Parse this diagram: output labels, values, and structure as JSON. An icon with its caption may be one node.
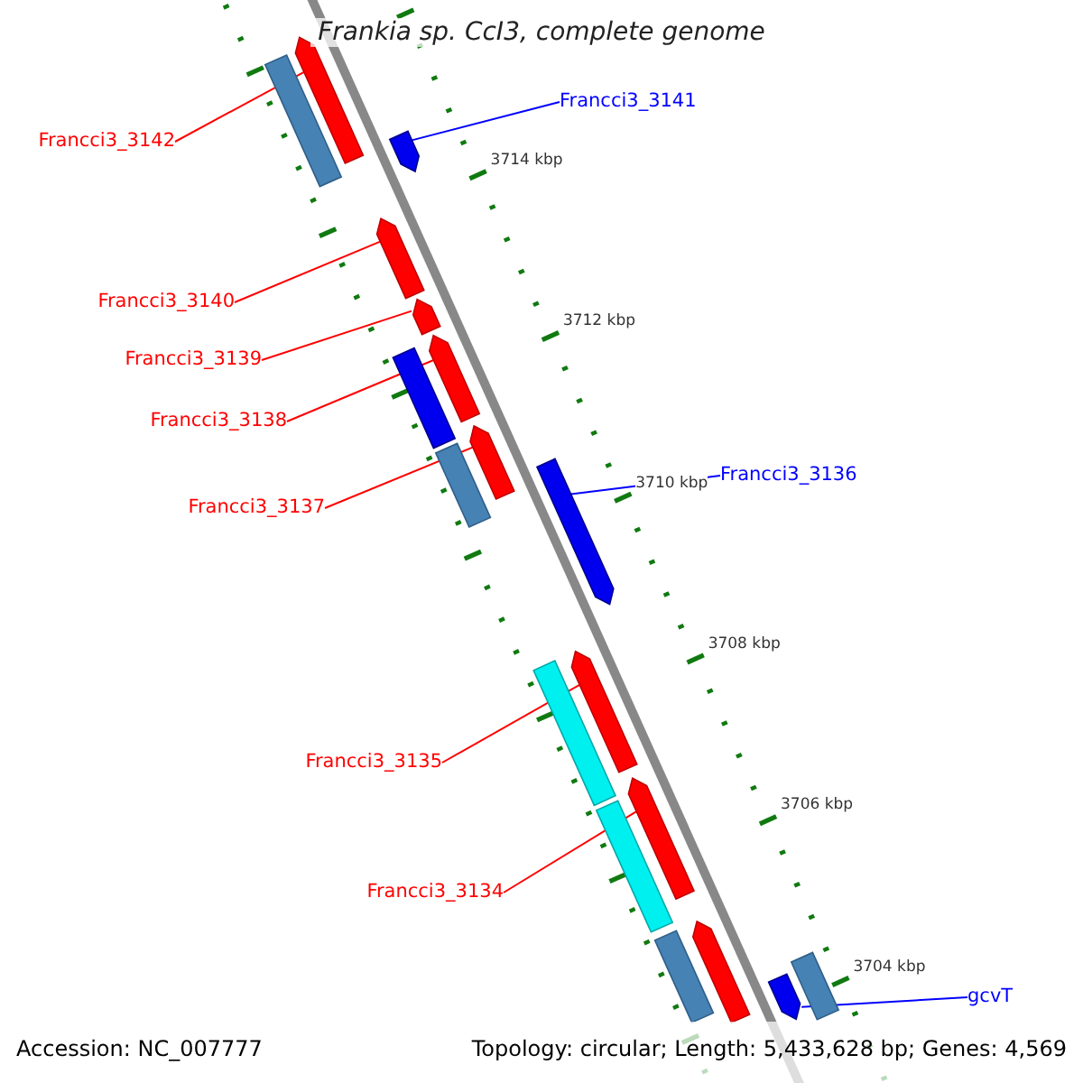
{
  "diagram": {
    "title": "Frankia sp. CcI3, complete genome",
    "nodes": [
      {
        "text": [
          "Francci3_3141"
        ]
      },
      {
        "text": [
          "Francci3_3142"
        ]
      },
      {
        "text": [
          "Francci3_3140"
        ]
      },
      {
        "text": [
          "Francci3_3139"
        ]
      },
      {
        "text": [
          "Francci3_3138"
        ]
      },
      {
        "text": [
          "Francci3_3136"
        ]
      },
      {
        "text": [
          "Francci3_3137"
        ]
      },
      {
        "text": [
          "Francci3_3135"
        ]
      },
      {
        "text": [
          "Francci3_3134"
        ]
      },
      {
        "text": [
          "gcvT"
        ]
      },
      {
        "text": [],
        "shape": "arrow"
      },
      {
        "text": [],
        "shape": "arrow"
      },
      {
        "text": [],
        "shape": "arrow"
      },
      {
        "text": [],
        "shape": "arrow"
      },
      {
        "text": [],
        "shape": "arrow"
      },
      {
        "text": [],
        "shape": "arrow"
      },
      {
        "text": [],
        "shape": "arrow"
      },
      {
        "text": [],
        "shape": "arrow"
      },
      {
        "text": [],
        "shape": "arrow"
      },
      {
        "text": [],
        "shape": "arrow"
      },
      {
        "text": [],
        "shape": "bar"
      },
      {
        "text": [],
        "shape": "bar"
      },
      {
        "text": [],
        "shape": "bar"
      },
      {
        "text": [],
        "shape": "bar"
      },
      {
        "text": [],
        "shape": "bar"
      },
      {
        "text": [],
        "shape": "bar"
      },
      {
        "text": [],
        "shape": "arrow"
      },
      {
        "text": [],
        "shape": "bar"
      }
    ],
    "edges": [
      {
        "from": 0,
        "to": 11,
        "arrow": "none",
        "color": "#0000ff"
      },
      {
        "from": 1,
        "to": 10,
        "arrow": "none"
      },
      {
        "from": 2,
        "to": 12,
        "arrow": "none"
      },
      {
        "from": 3,
        "to": 13,
        "arrow": "none"
      },
      {
        "from": 4,
        "to": 14,
        "arrow": "none"
      },
      {
        "from": 5,
        "to": 16,
        "arrow": "none",
        "color": "#0000ff"
      },
      {
        "from": 6,
        "to": 15,
        "arrow": "none"
      },
      {
        "from": 7,
        "to": 17,
        "arrow": "none"
      },
      {
        "from": 8,
        "to": 18,
        "arrow": "none"
      },
      {
        "from": 9,
        "to": 19,
        "arrow": "none",
        "color": "#0000ff"
      }
    ],
    "labels": [
      "3714 kbp",
      "3712 kbp",
      "3710 kbp",
      "3708 kbp",
      "3706 kbp",
      "3704 kbp",
      "Accession: NC_007777",
      "Topology: circular; Length: 5,433,628 bp; Genes: 4,569"
    ]
  }
}
